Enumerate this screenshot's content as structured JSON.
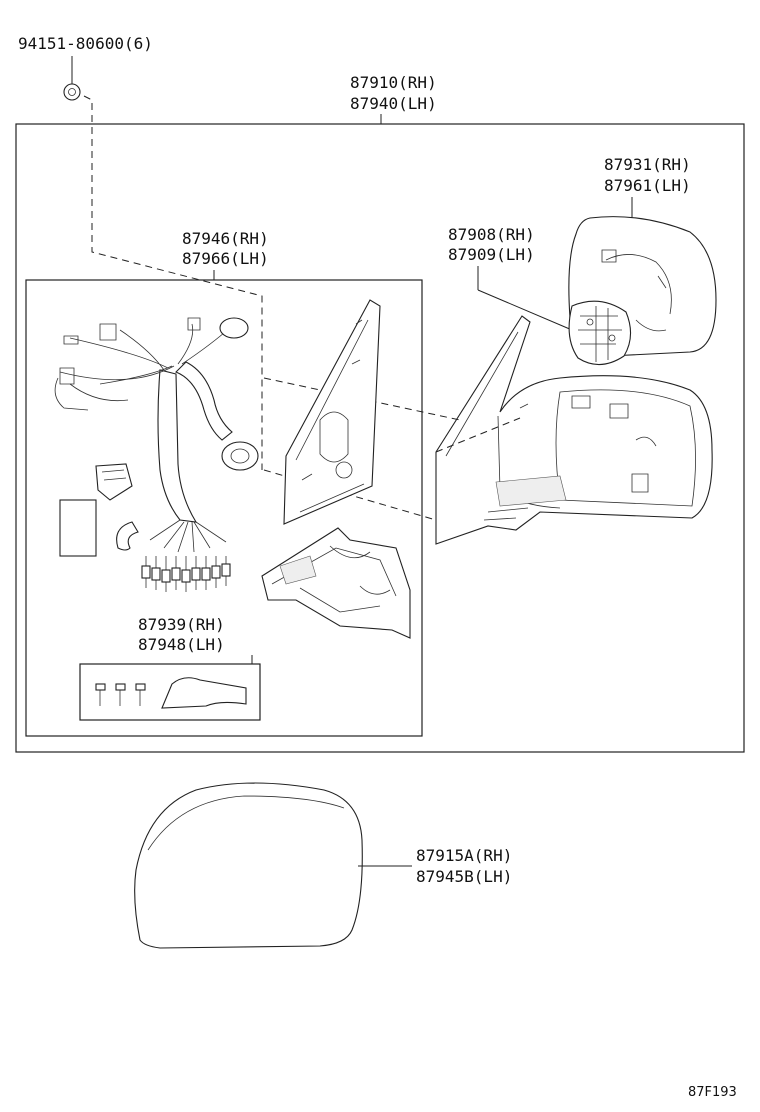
{
  "labels": {
    "clip": "94151-80600(6)",
    "assy_rh": "87910(RH)",
    "assy_lh": "87940(LH)",
    "mirror_rh": "87931(RH)",
    "mirror_lh": "87961(LH)",
    "actuator_rh": "87908(RH)",
    "actuator_lh": "87909(LH)",
    "harness_rh": "87946(RH)",
    "harness_lh": "87966(LH)",
    "screwset_rh": "87939(RH)",
    "screwset_lh": "87948(LH)",
    "cover_rh": "87915A(RH)",
    "cover_lh": "87945B(LH)"
  },
  "figure_code": "87F193"
}
